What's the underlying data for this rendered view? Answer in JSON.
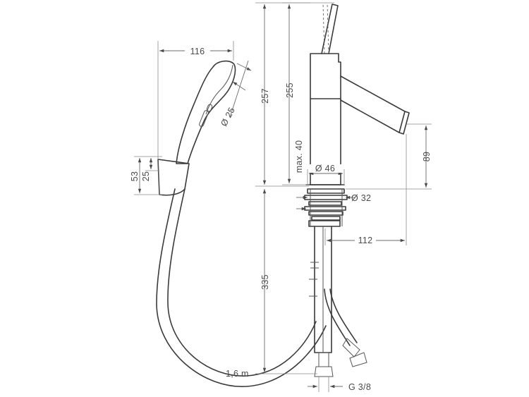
{
  "dimensions": {
    "handshower_width": "116",
    "spray_diameter": "Ø 25",
    "holder_height": "53",
    "holder_inner": "25",
    "total_height": "257",
    "spout_height": "255",
    "lift_rod": "max. 40",
    "base_diameter": "Ø 46",
    "hole_diameter": "Ø 32",
    "spout_outlet_height": "89",
    "spout_projection": "112",
    "below_counter_length": "335",
    "hose_length": "1,6 m",
    "connection_thread": "G 3/8"
  }
}
